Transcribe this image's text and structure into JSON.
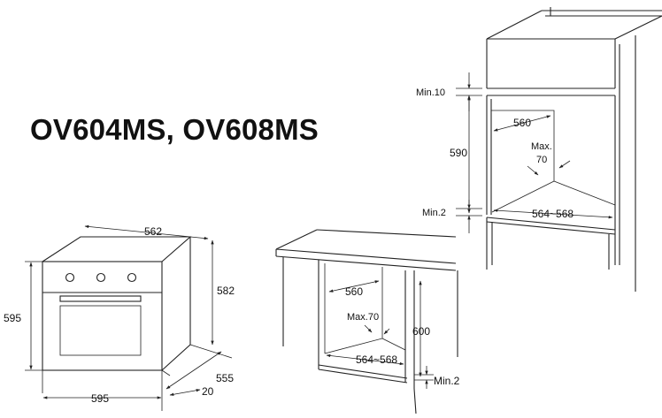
{
  "title": "OV604MS, OV608MS",
  "oven": {
    "width_front": "595",
    "height_front": "595",
    "top_width": "562",
    "side_height": "582",
    "depth": "555",
    "door_thickness": "20"
  },
  "undercounter": {
    "niche_width": "560",
    "max_vent": "Max.70",
    "floor_width": "564~568",
    "height": "600",
    "min_gap": "Min.2"
  },
  "column": {
    "min_top": "Min.10",
    "height": "590",
    "niche_width": "560",
    "max_vent_1": "Max.",
    "max_vent_2": "70",
    "floor_width": "564~568",
    "min_bottom": "Min.2"
  }
}
